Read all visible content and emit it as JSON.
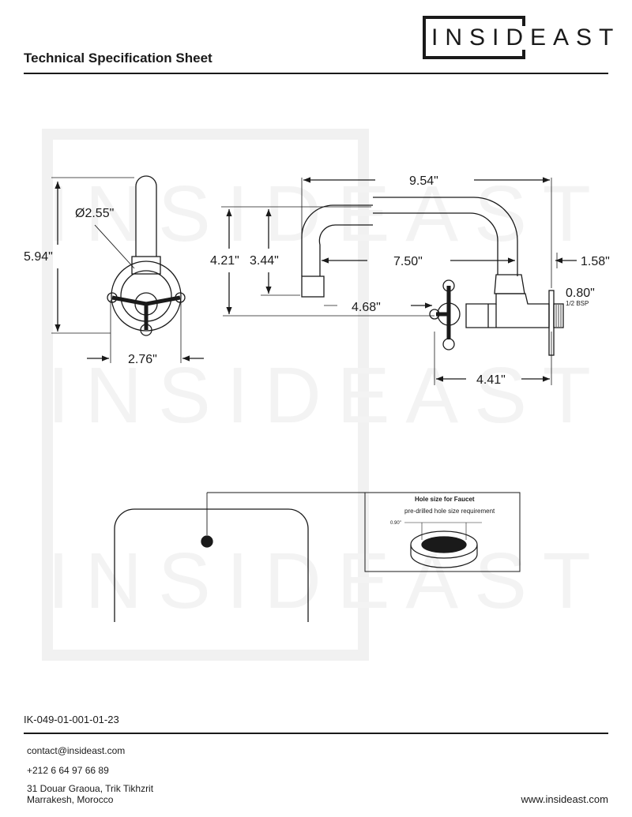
{
  "header": {
    "title": "Technical Specification Sheet",
    "brand": "INSIDEAST"
  },
  "watermark": "INSIDEAST",
  "drawing": {
    "dimensions": {
      "overall_height": "5.94\"",
      "flange_diameter": "Ø2.55\"",
      "side_width": "2.76\"",
      "spout_reach": "9.54\"",
      "spout_height": "4.21\"",
      "outlet_height": "3.44\"",
      "spout_span": "7.50\"",
      "wall_offset": "1.58\"",
      "thread_size": "0.80\"",
      "thread_note": "1/2 BSP",
      "handle_offset": "4.68\"",
      "body_depth": "4.41\""
    },
    "hole_box": {
      "title": "Hole size for Faucet",
      "subtitle": "pre-drilled hole size requirement",
      "hole_dim": "0.90\""
    }
  },
  "footer": {
    "product_code": "IK-049-01-001-01-23",
    "email": "contact@insideast.com",
    "phone": "+212 6 64 97 66 89",
    "address_line1": "31 Douar Graoua, Trik Tikhzrit",
    "address_line2": "Marrakesh, Morocco",
    "website": "www.insideast.com"
  }
}
